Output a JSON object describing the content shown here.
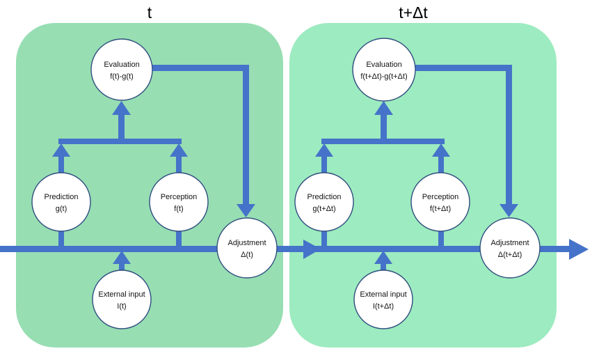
{
  "colors": {
    "background": "#ffffff",
    "panel_left_fill": "#97deb3",
    "panel_right_fill": "#9debc0",
    "arrow_blue": "#4573c9",
    "node_fill": "#ffffff",
    "node_border": "#2e4d7e",
    "text_color": "#111111"
  },
  "panels": [
    {
      "title": "t",
      "nodes": {
        "evaluation": {
          "label": "Evaluation",
          "formula": "f(t)-g(t)"
        },
        "prediction": {
          "label": "Prediction",
          "formula": "g(t)"
        },
        "perception": {
          "label": "Perception",
          "formula": "f(t)"
        },
        "adjustment": {
          "label": "Adjustment",
          "formula": "Δ(t)"
        },
        "external_input": {
          "label": "External input",
          "formula": "I(t)"
        }
      }
    },
    {
      "title": "t+Δt",
      "nodes": {
        "evaluation": {
          "label": "Evaluation",
          "formula": "f(t+Δt)-g(t+Δt)"
        },
        "prediction": {
          "label": "Prediction",
          "formula": "g(t+Δt)"
        },
        "perception": {
          "label": "Perception",
          "formula": "f(t+Δt)"
        },
        "adjustment": {
          "label": "Adjustment",
          "formula": "Δ(t+Δt)"
        },
        "external_input": {
          "label": "External input",
          "formula": "I(t+Δt)"
        }
      }
    }
  ]
}
